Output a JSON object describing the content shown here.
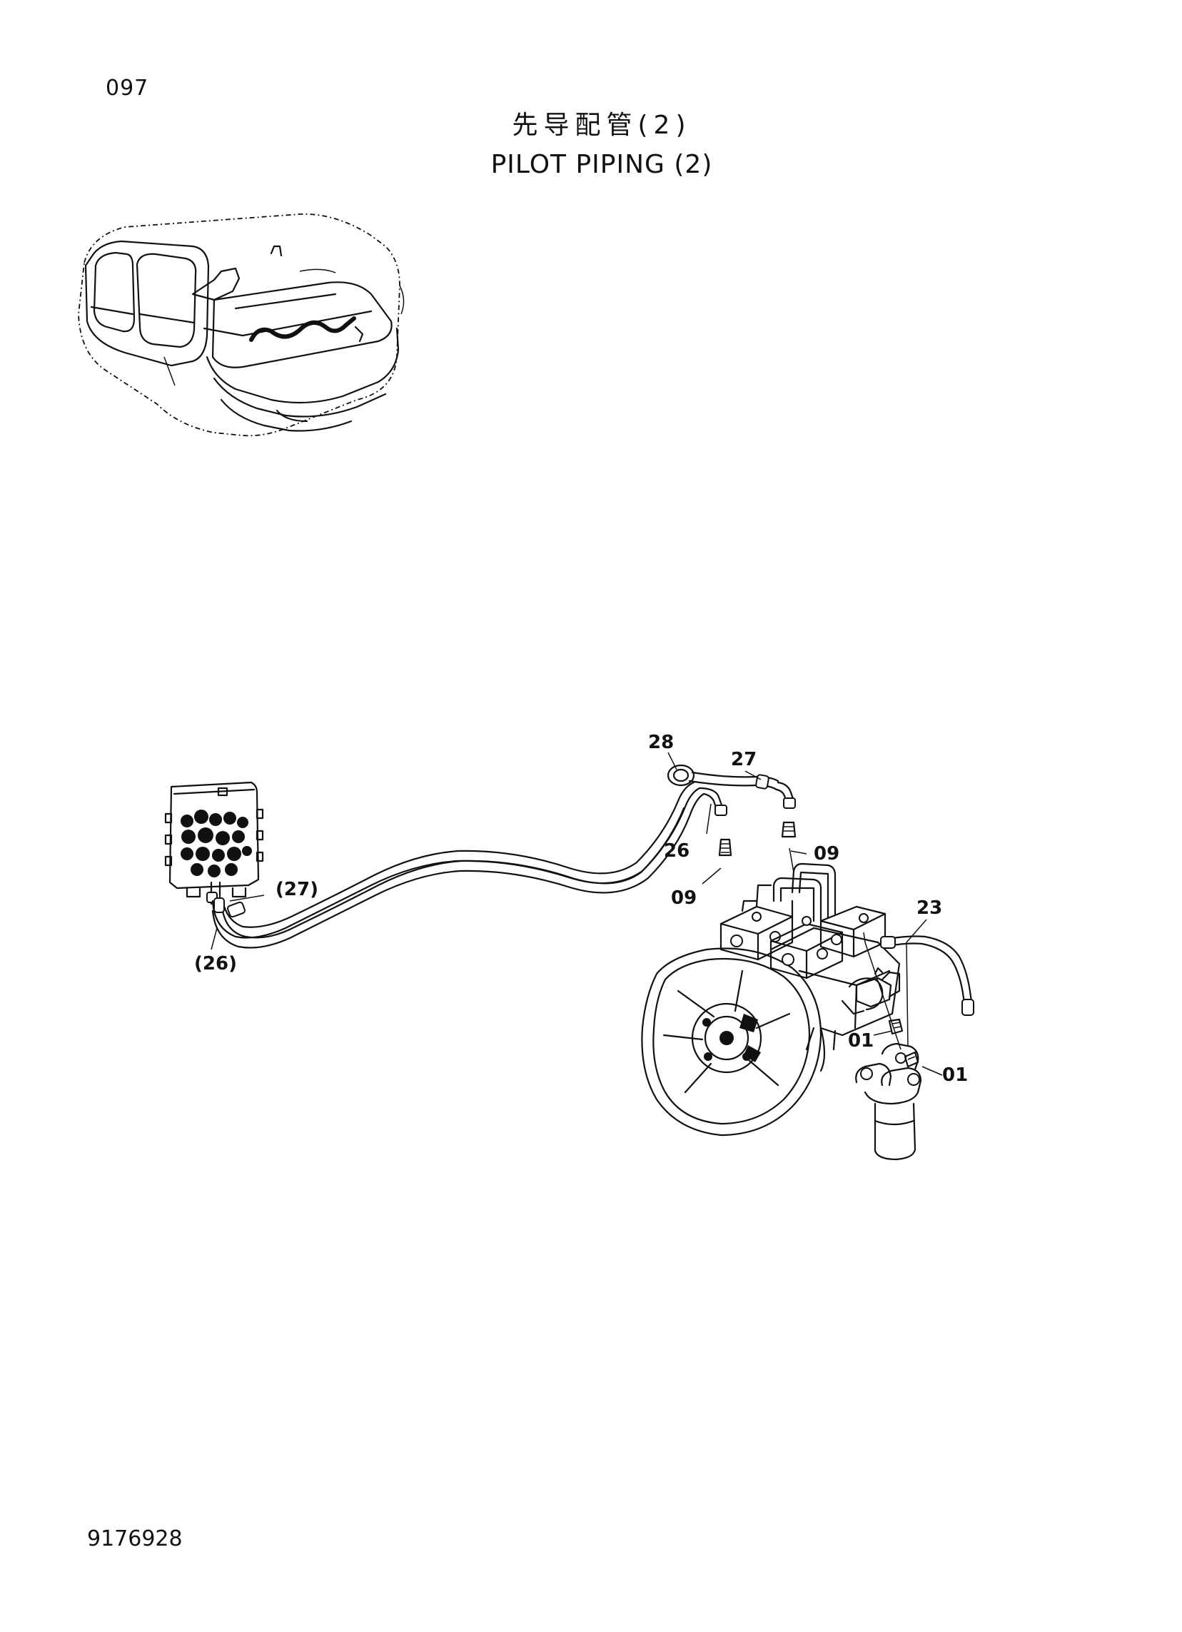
{
  "page": {
    "number": "097",
    "title_cn": "先导配管(2)",
    "title_en": "PILOT PIPING (2)",
    "document_number": "9176928"
  },
  "callouts": {
    "c28": "28",
    "c27": "27",
    "c26": "26",
    "c09_right": "09",
    "c09_left": "09",
    "c23": "23",
    "c01_left": "01",
    "c01_right": "01",
    "c27_ref": "(27)",
    "c26_ref": "(26)"
  }
}
